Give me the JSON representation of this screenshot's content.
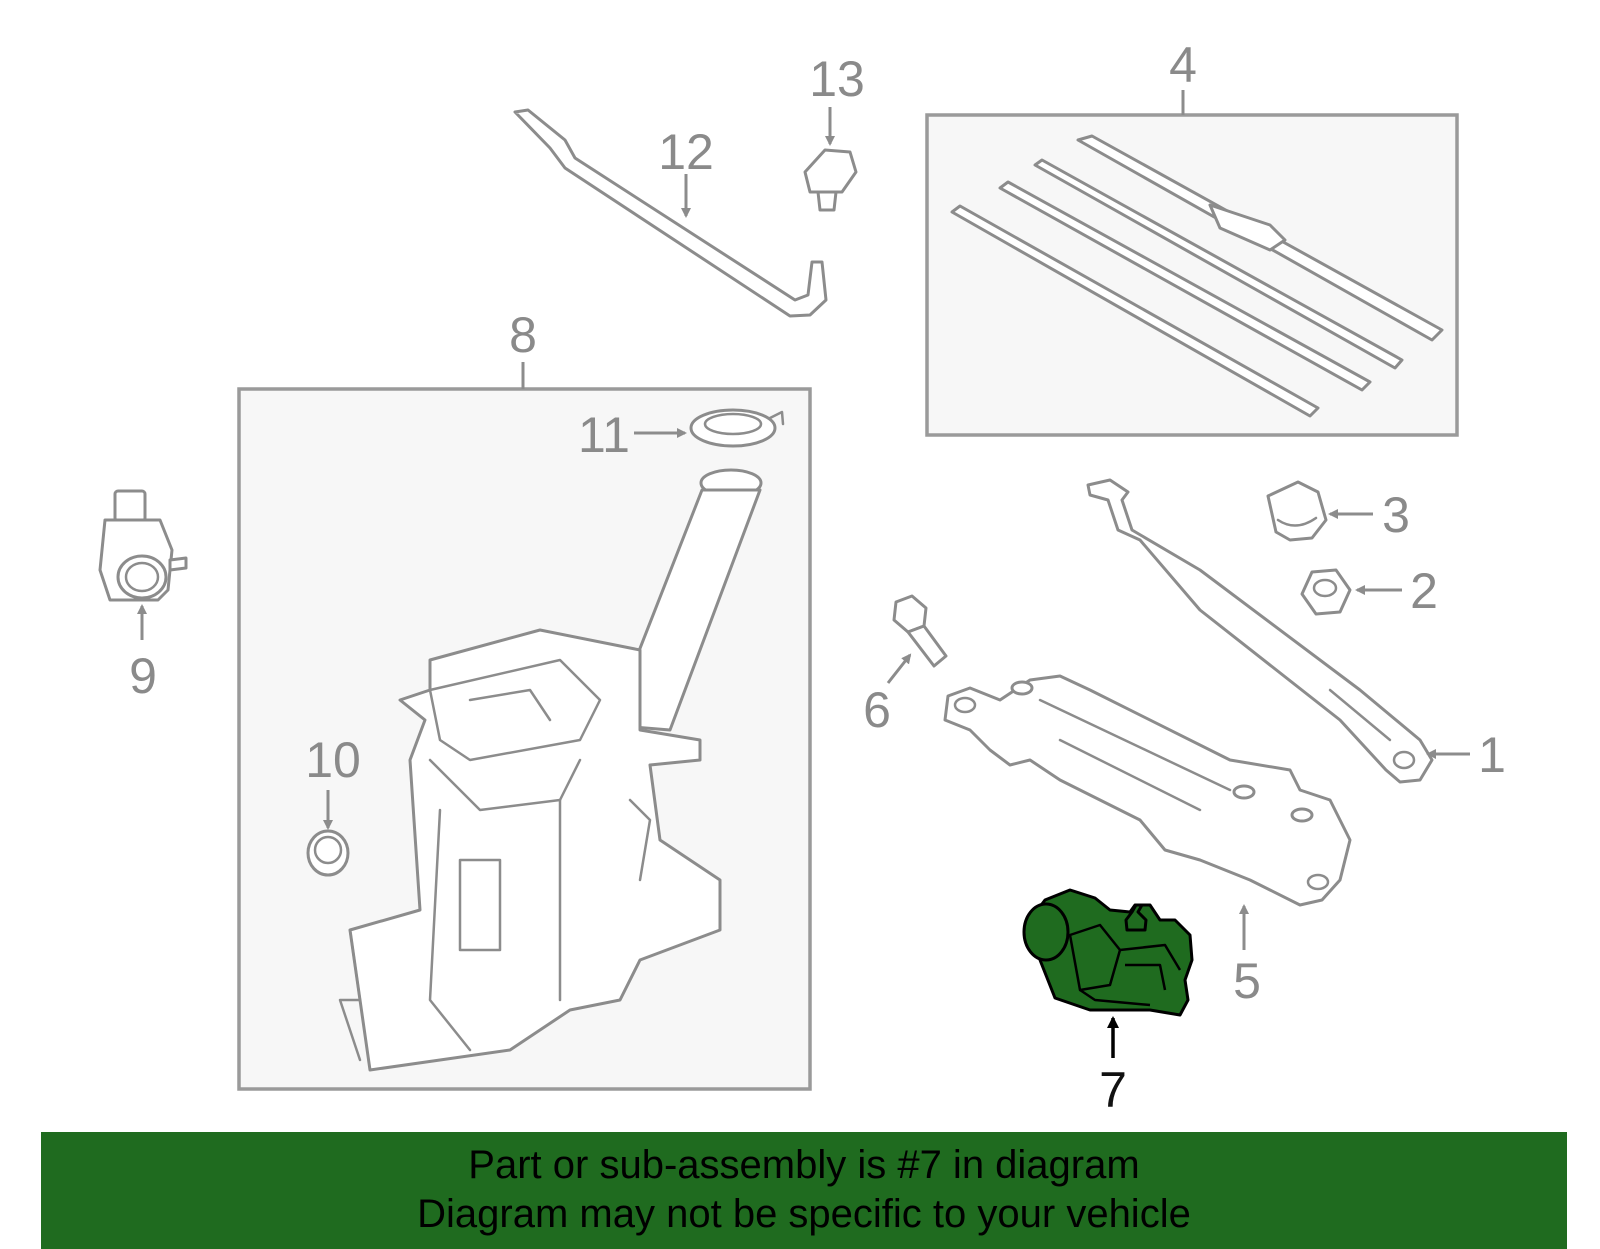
{
  "callouts": {
    "c1": "1",
    "c2": "2",
    "c3": "3",
    "c4": "4",
    "c5": "5",
    "c6": "6",
    "c7": "7",
    "c8": "8",
    "c9": "9",
    "c10": "10",
    "c11": "11",
    "c12": "12",
    "c13": "13"
  },
  "highlighted_part": "7",
  "colors": {
    "highlight": "#1f6b1f",
    "line_art": "#8c8c8c",
    "box_fill": "#f7f7f7"
  },
  "banner": {
    "line1": "Part or sub-assembly is #7 in diagram",
    "line2": "Diagram may not be specific to your vehicle"
  }
}
